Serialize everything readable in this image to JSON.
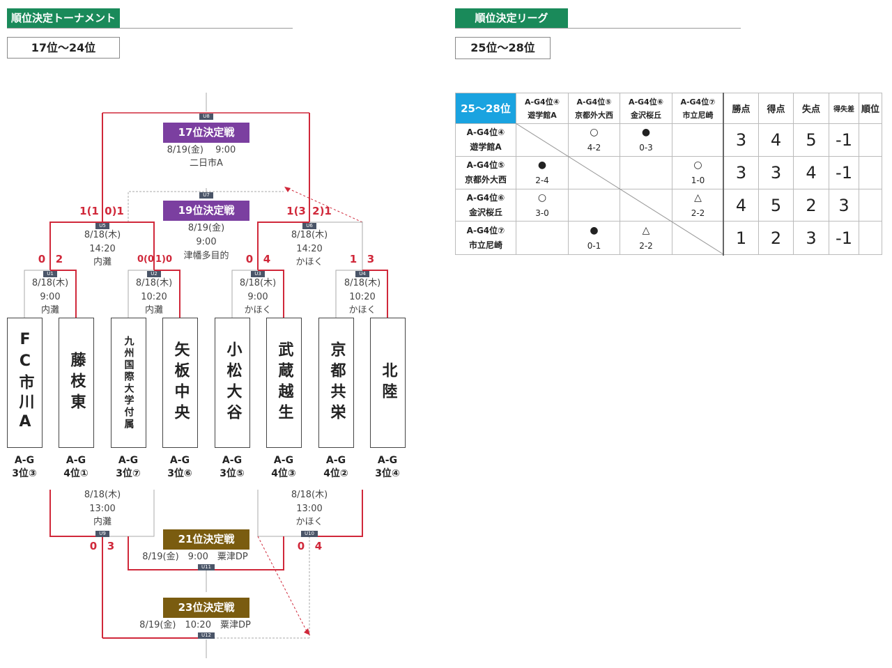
{
  "tournament": {
    "header": "順位決定トーナメント",
    "range": "17位〜24位",
    "teams": [
      {
        "name": "FC市川A",
        "code1": "A-G",
        "code2": "3位③"
      },
      {
        "name": "藤枝東",
        "code1": "A-G",
        "code2": "4位①"
      },
      {
        "name": "九州国際大学付属",
        "code1": "A-G",
        "code2": "3位⑦"
      },
      {
        "name": "矢板中央",
        "code1": "A-G",
        "code2": "3位⑥"
      },
      {
        "name": "小松大谷",
        "code1": "A-G",
        "code2": "3位⑤"
      },
      {
        "name": "武蔵越生",
        "code1": "A-G",
        "code2": "4位③"
      },
      {
        "name": "京都共栄",
        "code1": "A-G",
        "code2": "4位②"
      },
      {
        "name": "北陸",
        "code1": "A-G",
        "code2": "3位④"
      }
    ],
    "round1": [
      {
        "code": "U1",
        "date": "8/18(木)",
        "time": "9:00",
        "venue": "内灘",
        "score_left": "0",
        "score_right": "2"
      },
      {
        "code": "U2",
        "date": "8/18(木)",
        "time": "10:20",
        "venue": "内灘",
        "score_left": "0(0",
        "score_right": "1)0"
      },
      {
        "code": "U3",
        "date": "8/18(木)",
        "time": "9:00",
        "venue": "かほく",
        "score_left": "0",
        "score_right": "4"
      },
      {
        "code": "U4",
        "date": "8/18(木)",
        "time": "10:20",
        "venue": "かほく",
        "score_left": "1",
        "score_right": "3"
      }
    ],
    "round2": [
      {
        "code": "U5",
        "date": "8/18(木)",
        "time": "14:20",
        "venue": "内灘",
        "score_left": "1(1",
        "score_right": "0)1"
      },
      {
        "code": "U6",
        "date": "8/18(木)",
        "time": "14:20",
        "venue": "かほく",
        "score_left": "1(3",
        "score_right": "2)1"
      }
    ],
    "consolation": [
      {
        "code": "U9",
        "date": "8/18(木)",
        "time": "13:00",
        "venue": "内灘",
        "score_left": "0",
        "score_right": "3"
      },
      {
        "code": "U10",
        "date": "8/18(木)",
        "time": "13:00",
        "venue": "かほく",
        "score_left": "0",
        "score_right": "4"
      }
    ],
    "finals": [
      {
        "code": "U8",
        "label": "17位決定戦",
        "line1": "8/19(金)　 9:00",
        "line2": "二日市A",
        "color": "#7b3fa0"
      },
      {
        "code": "U7",
        "label": "19位決定戦",
        "line1": "8/19(金)",
        "line2": "9:00",
        "line3": "津幡多目的",
        "color": "#7b3fa0"
      },
      {
        "code": "U11",
        "label": "21位決定戦",
        "line1": "8/19(金)　9:00　粟津DP",
        "color": "#7a5c10"
      },
      {
        "code": "U12",
        "label": "23位決定戦",
        "line1": "8/19(金)　10:20　粟津DP",
        "color": "#7a5c10"
      }
    ],
    "line_color": "#d0283a",
    "neutral_line_color": "#aaaaaa"
  },
  "league": {
    "header": "順位決定リーグ",
    "range": "25位〜28位",
    "corner": "25〜28位",
    "columns": [
      {
        "line1": "A-G4位④",
        "line2": "遊学館A"
      },
      {
        "line1": "A-G4位⑤",
        "line2": "京都外大西"
      },
      {
        "line1": "A-G4位⑥",
        "line2": "金沢桜丘"
      },
      {
        "line1": "A-G4位⑦",
        "line2": "市立尼崎"
      }
    ],
    "stat_headers": [
      "勝点",
      "得点",
      "失点",
      "得失差",
      "順位"
    ],
    "rows": [
      {
        "line1": "A-G4位④",
        "line2": "遊学館A",
        "results": [
          [
            "",
            ""
          ],
          [
            "○",
            "4-2"
          ],
          [
            "●",
            "0-3"
          ],
          [
            "",
            ""
          ]
        ],
        "stats": [
          "3",
          "4",
          "5",
          "-1",
          ""
        ]
      },
      {
        "line1": "A-G4位⑤",
        "line2": "京都外大西",
        "results": [
          [
            "●",
            "2-4"
          ],
          [
            "",
            ""
          ],
          [
            "",
            ""
          ],
          [
            "○",
            "1-0"
          ]
        ],
        "stats": [
          "3",
          "3",
          "4",
          "-1",
          ""
        ]
      },
      {
        "line1": "A-G4位⑥",
        "line2": "金沢桜丘",
        "results": [
          [
            "○",
            "3-0"
          ],
          [
            "",
            ""
          ],
          [
            "",
            ""
          ],
          [
            "△",
            "2-2"
          ]
        ],
        "stats": [
          "4",
          "5",
          "2",
          "3",
          ""
        ]
      },
      {
        "line1": "A-G4位⑦",
        "line2": "市立尼崎",
        "results": [
          [
            "",
            ""
          ],
          [
            "●",
            "0-1"
          ],
          [
            "△",
            "2-2"
          ],
          [
            "",
            ""
          ]
        ],
        "stats": [
          "1",
          "2",
          "3",
          "-1",
          ""
        ]
      }
    ],
    "corner_color": "#1aa3e0"
  },
  "header_color": "#1a8a5a"
}
